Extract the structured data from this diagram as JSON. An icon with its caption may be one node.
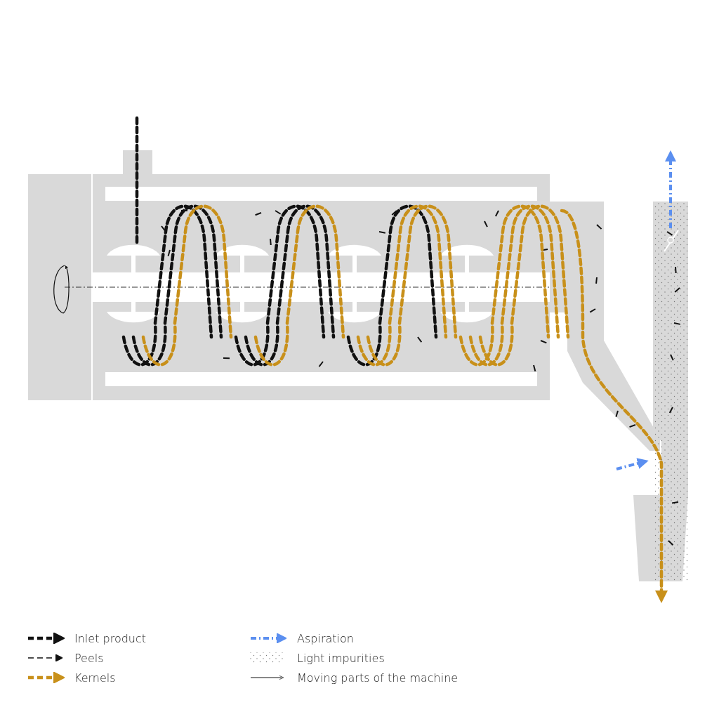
{
  "diagram": {
    "legend": [
      {
        "text": "Inlet product"
      },
      {
        "text": "Peels"
      },
      {
        "text": "Kernels"
      },
      {
        "text": "Aspiration"
      },
      {
        "text": "Light impurities"
      },
      {
        "text": "Moving parts of the machine"
      }
    ]
  }
}
